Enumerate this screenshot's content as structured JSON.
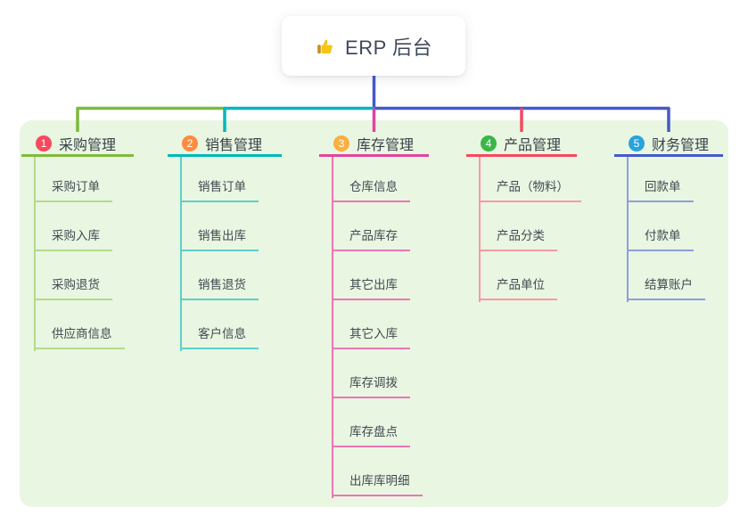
{
  "root": {
    "title": "ERP 后台",
    "icon": "thumbs-up-icon"
  },
  "colors": {
    "panel_bg": "#e9f6e2",
    "root_connector": "#4659c9",
    "root_text": "#3f4a5a"
  },
  "branches": [
    {
      "number": "1",
      "label": "采购管理",
      "badge_color": "#f8485e",
      "line_color": "#7fb93d",
      "child_line_color": "#b4da8c",
      "children": [
        "采购订单",
        "采购入库",
        "采购退货",
        "供应商信息"
      ]
    },
    {
      "number": "2",
      "label": "销售管理",
      "badge_color": "#fd8c3e",
      "line_color": "#00b8ba",
      "child_line_color": "#5ecfc9",
      "children": [
        "销售订单",
        "销售出库",
        "销售退货",
        "客户信息"
      ]
    },
    {
      "number": "3",
      "label": "库存管理",
      "badge_color": "#fbaf3f",
      "line_color": "#e2449f",
      "child_line_color": "#f075b6",
      "children": [
        "仓库信息",
        "产品库存",
        "其它出库",
        "其它入库",
        "库存调拨",
        "库存盘点",
        "出库库明细"
      ]
    },
    {
      "number": "4",
      "label": "产品管理",
      "badge_color": "#3cb54a",
      "line_color": "#f8485e",
      "child_line_color": "#fb98a4",
      "children": [
        "产品（物料）",
        "产品分类",
        "产品单位"
      ]
    },
    {
      "number": "5",
      "label": "财务管理",
      "badge_color": "#29a3dd",
      "line_color": "#4659c9",
      "child_line_color": "#8c9fde",
      "children": [
        "回款单",
        "付款单",
        "结算账户"
      ]
    }
  ]
}
